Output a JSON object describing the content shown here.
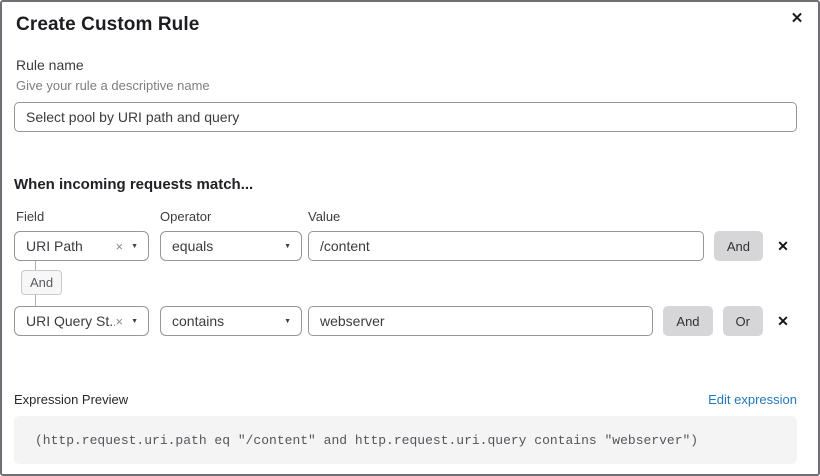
{
  "dialog": {
    "title": "Create Custom Rule"
  },
  "icons": {
    "close": "✕",
    "caret": "▼",
    "clear": "×",
    "remove": "✕"
  },
  "rule_name": {
    "label": "Rule name",
    "hint": "Give your rule a descriptive name",
    "value": "Select pool by URI path and query"
  },
  "match": {
    "heading": "When incoming requests match...",
    "columns": {
      "field": "Field",
      "operator": "Operator",
      "value": "Value"
    },
    "connector": "And",
    "rows": [
      {
        "field": "URI Path",
        "operator": "equals",
        "value": "/content",
        "and_label": "And"
      },
      {
        "field": "URI Query St...",
        "operator": "contains",
        "value": "webserver",
        "and_label": "And",
        "or_label": "Or"
      }
    ]
  },
  "expression": {
    "label": "Expression Preview",
    "edit_link": "Edit expression",
    "code": "(http.request.uri.path eq \"/content\" and http.request.uri.query contains \"webserver\")"
  },
  "colors": {
    "link_blue": "#2279bd",
    "button_gray": "#d6d6d8",
    "input_border": "#95959a",
    "code_bg": "#f4f4f5",
    "dialog_border": "#6f6f74"
  }
}
